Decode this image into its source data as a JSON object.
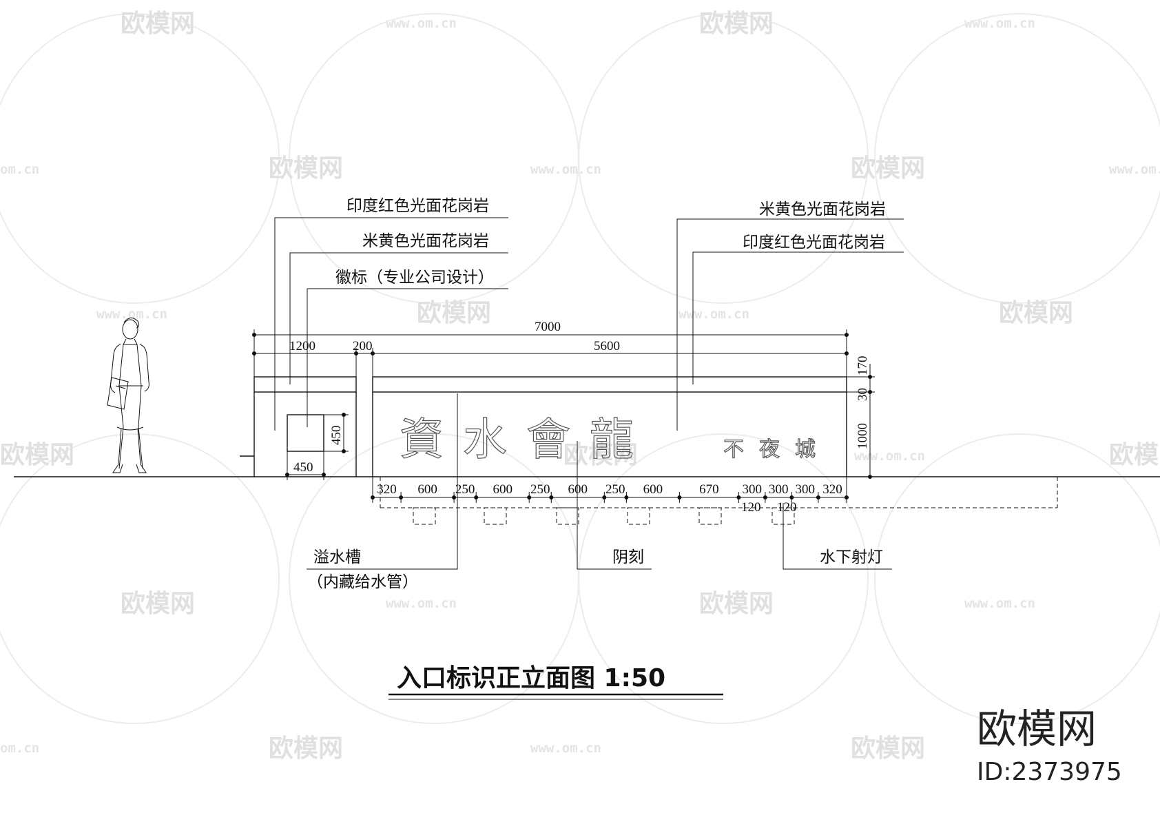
{
  "watermark": {
    "logo_text": "欧模网",
    "url_text": "www.om.cn",
    "url_short": "om.cn"
  },
  "branding": {
    "logo_text": "欧模网",
    "id_text": "ID:2373975"
  },
  "drawing": {
    "title": "入口标识正立面图 1:50",
    "left_callouts": [
      "印度红色光面花岗岩",
      "米黄色光面花岗岩",
      "徽标（专业公司设计）"
    ],
    "right_callouts": [
      "米黄色光面花岗岩",
      "印度红色光面花岗岩"
    ],
    "bottom_callouts": {
      "overflow_line1": "溢水槽",
      "overflow_line2": "（内藏给水管）",
      "intaglio": "阴刻",
      "underwater_light": "水下射灯"
    },
    "sign_main_text": "資水會龍",
    "sign_sub_text": "不夜城",
    "dimensions": {
      "total_width": "7000",
      "left_block": "1200",
      "gap": "200",
      "right_block": "5600",
      "cap_height": "170",
      "cap_gap": "30",
      "wall_height": "1000",
      "logo_height": "450",
      "logo_width": "450",
      "bottom_row": [
        "320",
        "600",
        "250",
        "600",
        "250",
        "600",
        "250",
        "600",
        "670",
        "300",
        "300",
        "300",
        "320"
      ],
      "light_offsets": [
        "120",
        "120"
      ]
    }
  }
}
